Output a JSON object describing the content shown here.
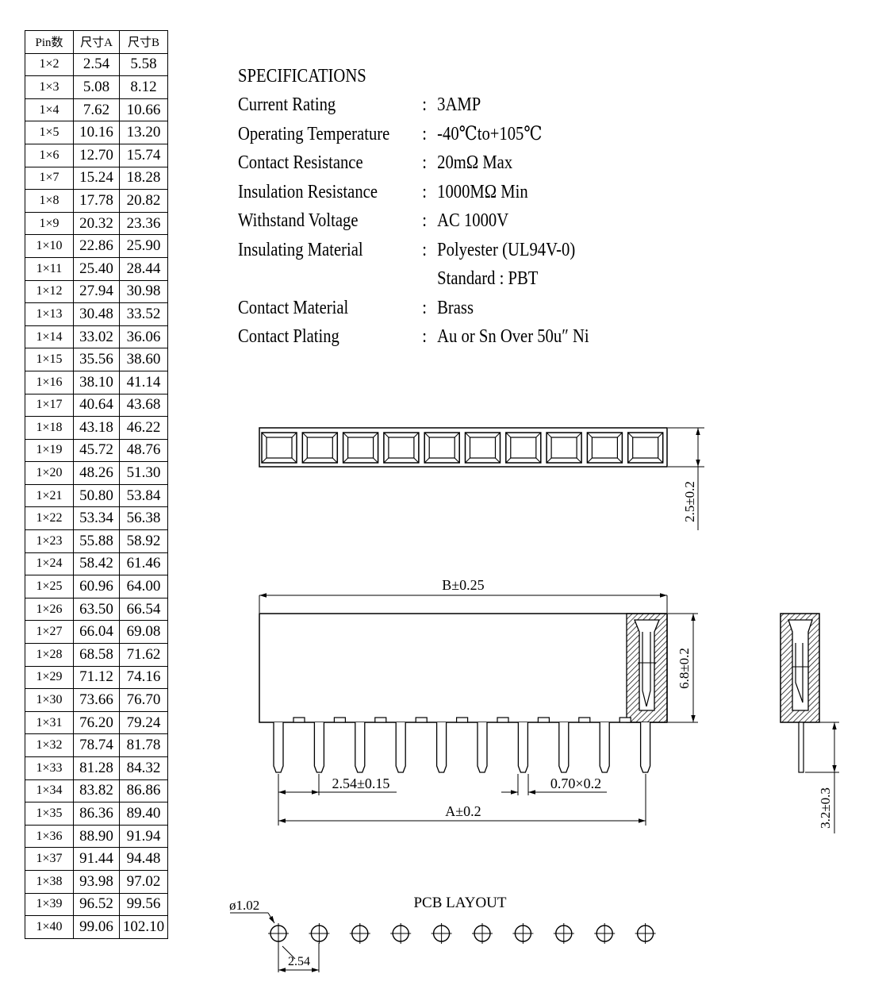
{
  "pin_table": {
    "headers": [
      "Pin数",
      "尺寸A",
      "尺寸B"
    ],
    "rows": [
      [
        "1×2",
        "2.54",
        "5.58"
      ],
      [
        "1×3",
        "5.08",
        "8.12"
      ],
      [
        "1×4",
        "7.62",
        "10.66"
      ],
      [
        "1×5",
        "10.16",
        "13.20"
      ],
      [
        "1×6",
        "12.70",
        "15.74"
      ],
      [
        "1×7",
        "15.24",
        "18.28"
      ],
      [
        "1×8",
        "17.78",
        "20.82"
      ],
      [
        "1×9",
        "20.32",
        "23.36"
      ],
      [
        "1×10",
        "22.86",
        "25.90"
      ],
      [
        "1×11",
        "25.40",
        "28.44"
      ],
      [
        "1×12",
        "27.94",
        "30.98"
      ],
      [
        "1×13",
        "30.48",
        "33.52"
      ],
      [
        "1×14",
        "33.02",
        "36.06"
      ],
      [
        "1×15",
        "35.56",
        "38.60"
      ],
      [
        "1×16",
        "38.10",
        "41.14"
      ],
      [
        "1×17",
        "40.64",
        "43.68"
      ],
      [
        "1×18",
        "43.18",
        "46.22"
      ],
      [
        "1×19",
        "45.72",
        "48.76"
      ],
      [
        "1×20",
        "48.26",
        "51.30"
      ],
      [
        "1×21",
        "50.80",
        "53.84"
      ],
      [
        "1×22",
        "53.34",
        "56.38"
      ],
      [
        "1×23",
        "55.88",
        "58.92"
      ],
      [
        "1×24",
        "58.42",
        "61.46"
      ],
      [
        "1×25",
        "60.96",
        "64.00"
      ],
      [
        "1×26",
        "63.50",
        "66.54"
      ],
      [
        "1×27",
        "66.04",
        "69.08"
      ],
      [
        "1×28",
        "68.58",
        "71.62"
      ],
      [
        "1×29",
        "71.12",
        "74.16"
      ],
      [
        "1×30",
        "73.66",
        "76.70"
      ],
      [
        "1×31",
        "76.20",
        "79.24"
      ],
      [
        "1×32",
        "78.74",
        "81.78"
      ],
      [
        "1×33",
        "81.28",
        "84.32"
      ],
      [
        "1×34",
        "83.82",
        "86.86"
      ],
      [
        "1×35",
        "86.36",
        "89.40"
      ],
      [
        "1×36",
        "88.90",
        "91.94"
      ],
      [
        "1×37",
        "91.44",
        "94.48"
      ],
      [
        "1×38",
        "93.98",
        "97.02"
      ],
      [
        "1×39",
        "96.52",
        "99.56"
      ],
      [
        "1×40",
        "99.06",
        "102.10"
      ]
    ]
  },
  "specifications": {
    "title": "SPECIFICATIONS",
    "rows": [
      {
        "label": "Current Rating",
        "value": "3AMP"
      },
      {
        "label": "Operating Temperature",
        "value": "-40℃to+105℃"
      },
      {
        "label": "Contact Resistance",
        "value": "20mΩ Max"
      },
      {
        "label": "Insulation Resistance",
        "value": "1000MΩ Min"
      },
      {
        "label": "Withstand Voltage",
        "value": "AC 1000V"
      },
      {
        "label": "Insulating Material",
        "value": "Polyester (UL94V-0)"
      }
    ],
    "insulating_extra": "Standard : PBT",
    "rows2": [
      {
        "label": "Contact Material",
        "value": "Brass"
      },
      {
        "label": "Contact Plating",
        "value": "Au or Sn Over 50u″ Ni"
      }
    ],
    "colon": ":"
  },
  "drawing": {
    "top_view": {
      "slot_count": 10,
      "height_dim": "2.5±0.2"
    },
    "front_view": {
      "pin_count": 10,
      "length_dim": "B±0.25",
      "height_dim": "6.8±0.2",
      "pitch_dim": "2.54±0.15",
      "pin_size_dim": "0.70×0.2",
      "span_dim": "A±0.2"
    },
    "side_view": {
      "pin_length_dim": "3.2±0.3"
    },
    "pcb_layout": {
      "title": "PCB LAYOUT",
      "hole_count": 10,
      "hole_dia": "ø1.02",
      "pitch": "2.54"
    }
  }
}
